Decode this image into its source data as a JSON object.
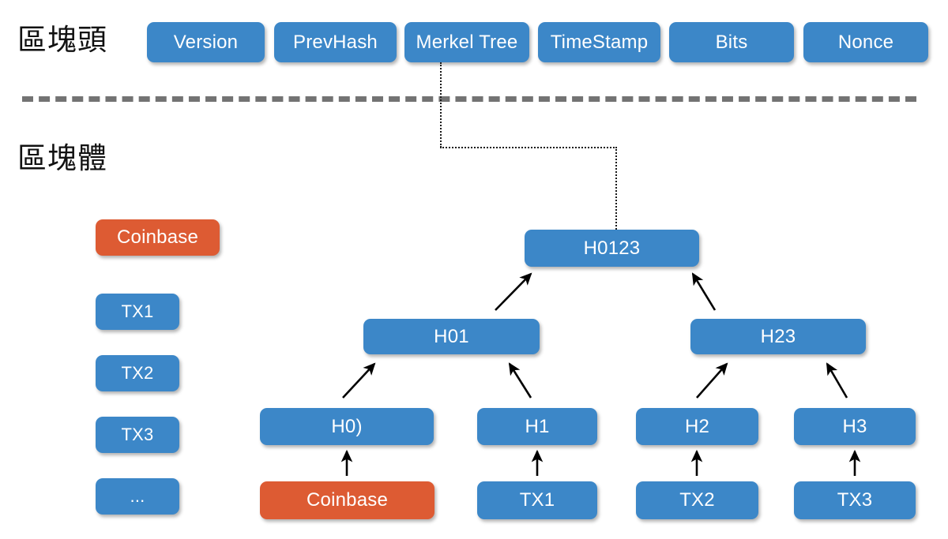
{
  "labels": {
    "block_header": "區塊頭",
    "block_body": "區塊體"
  },
  "colors": {
    "blue": "#3c87c8",
    "orange": "#dd5b33",
    "divider_gray": "#737373",
    "connector_black": "#1a1a1a",
    "text_dark": "#111111",
    "node_text": "#ffffff",
    "background": "#ffffff"
  },
  "header_fields": [
    {
      "label": "Version"
    },
    {
      "label": "PrevHash"
    },
    {
      "label": "Merkel Tree"
    },
    {
      "label": "TimeStamp"
    },
    {
      "label": "Bits"
    },
    {
      "label": "Nonce"
    }
  ],
  "transaction_list": [
    {
      "label": "Coinbase",
      "color": "orange"
    },
    {
      "label": "TX1",
      "color": "blue"
    },
    {
      "label": "TX2",
      "color": "blue"
    },
    {
      "label": "TX3",
      "color": "blue"
    },
    {
      "label": "...",
      "color": "blue"
    }
  ],
  "merkle_tree": {
    "root": {
      "label": "H0123"
    },
    "level_1": [
      {
        "label": "H01"
      },
      {
        "label": "H23"
      }
    ],
    "level_2": [
      {
        "label": "H0)"
      },
      {
        "label": "H1"
      },
      {
        "label": "H2"
      },
      {
        "label": "H3"
      }
    ],
    "leaves": [
      {
        "label": "Coinbase",
        "color": "orange"
      },
      {
        "label": "TX1",
        "color": "blue"
      },
      {
        "label": "TX2",
        "color": "blue"
      },
      {
        "label": "TX3",
        "color": "blue"
      }
    ]
  }
}
